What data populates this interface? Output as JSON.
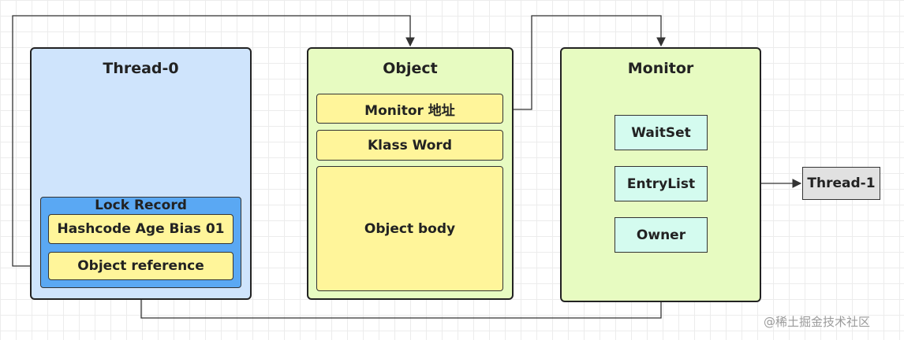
{
  "thread0": {
    "title": "Thread-0",
    "lock_record": {
      "title": "Lock Record",
      "header_word": "Hashcode Age Bias 01",
      "object_reference": "Object reference"
    }
  },
  "object": {
    "title": "Object",
    "monitor_address": "Monitor 地址",
    "klass_word": "Klass Word",
    "object_body": "Object body"
  },
  "monitor": {
    "title": "Monitor",
    "wait_set": "WaitSet",
    "entry_list": "EntryList",
    "owner": "Owner"
  },
  "thread1": {
    "label": "Thread-1"
  },
  "watermark": "@稀土掘金技术社区",
  "colors": {
    "thread_panel": "#cfe4fc",
    "lock_record": "#5aa8f3",
    "object_panel": "#e7fbc1",
    "field_cell": "#fff59a",
    "monitor_cell": "#d4fbef",
    "thread1_box": "#e1e1e1",
    "connector": "#333333"
  }
}
